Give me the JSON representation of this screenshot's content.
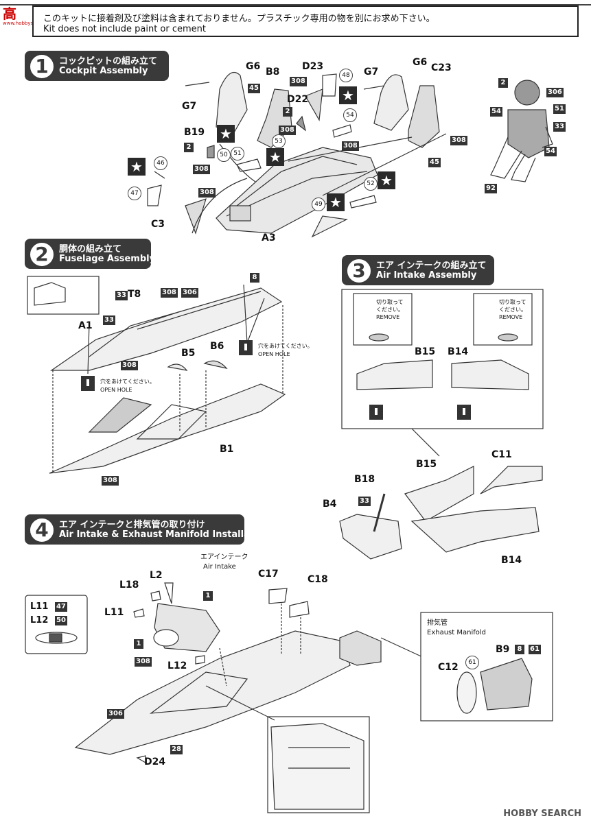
{
  "banner": {
    "jp": "このキットに接着剤及び塗料は含まれておりません。プラスチック専用の物を別にお求め下さい。",
    "en": "Kit does not include paint or cement"
  },
  "logo": {
    "text": "高",
    "sub": "www.hobbysearch.com"
  },
  "steps": [
    {
      "num": "1",
      "jp": "コックピットの組み立て",
      "en": "Cockpit Assembly"
    },
    {
      "num": "2",
      "jp": "胴体の組み立て",
      "en": "Fuselage Assembly"
    },
    {
      "num": "3",
      "jp": "エア インテークの組み立て",
      "en": "Air Intake Assembly"
    },
    {
      "num": "4",
      "jp": "エア インテークと排気管の取り付け",
      "en": "Air Intake & Exhaust Manifold Installation"
    }
  ],
  "notes": {
    "open_hole_jp": "穴をあけてください。",
    "open_hole_en": "OPEN HOLE",
    "cut_jp_1": "切り取って",
    "cut_jp_2": "ください。",
    "cut_en": "REMOVE",
    "air_intake_jp": "エアインテーク",
    "air_intake_en": "Air Intake",
    "exhaust_jp": "排気管",
    "exhaust_en": "Exhaust Manifold"
  },
  "parts": {
    "G6a": "G6",
    "B8": "B8",
    "D23": "D23",
    "G7a": "G7",
    "G6b": "G6",
    "C23": "C23",
    "G7b": "G7",
    "D22": "D22",
    "B19": "B19",
    "C3": "C3",
    "A3": "A3",
    "T8": "T8",
    "A1": "A1",
    "B5": "B5",
    "B6": "B6",
    "B1": "B1",
    "B15a": "B15",
    "B14a": "B14",
    "B15b": "B15",
    "C11": "C11",
    "B18": "B18",
    "B4": "B4",
    "B14b": "B14",
    "L18": "L18",
    "L2": "L2",
    "L11": "L11",
    "L12": "L12",
    "C17": "C17",
    "C18": "C18",
    "D24": "D24",
    "B9": "B9",
    "C12": "C12",
    "L11k": "L11",
    "L12k": "L12"
  },
  "tags": {
    "t45a": "45",
    "t308a": "308",
    "t2a": "2",
    "t308b": "308",
    "t308c": "308",
    "t308d": "308",
    "t308e": "308",
    "t45b": "45",
    "t2b": "2",
    "t306a": "306",
    "t51": "51",
    "t33a": "33",
    "t54a": "54",
    "t54b": "54",
    "t92": "92",
    "t2c": "2",
    "t8a": "8",
    "t33b": "33",
    "t308f": "308",
    "t306b": "306",
    "t33c": "33",
    "t308g": "308",
    "t308h": "308",
    "t33d": "33",
    "t1a": "1",
    "t1b": "1",
    "t308i": "308",
    "t306c": "306",
    "t28": "28",
    "t8b": "8",
    "t61a": "61",
    "t47": "47",
    "t50": "50"
  },
  "circles": {
    "c48": "48",
    "c46": "46",
    "c47": "47",
    "c50": "50",
    "c51": "51",
    "c53": "53",
    "c54": "54",
    "c52": "52",
    "c49": "49",
    "c61": "61"
  },
  "watermark": "HOBBY SEARCH"
}
